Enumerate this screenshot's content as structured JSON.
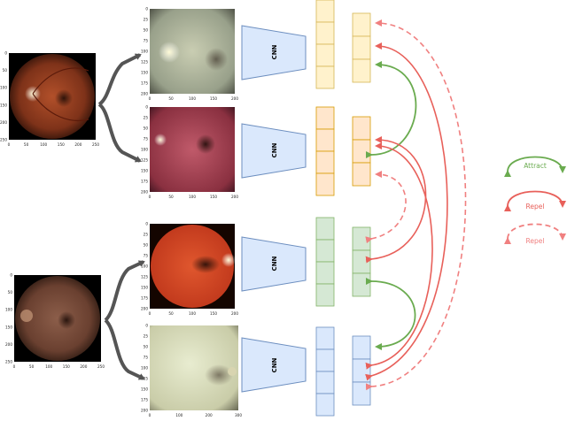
{
  "cnn_label": "CNN",
  "legend": {
    "attract": "Attract",
    "repel_solid": "Repel",
    "repel_dashed": "Repel"
  },
  "plots": {
    "src_top": {
      "xticks": [
        "0",
        "50",
        "100",
        "150",
        "200",
        "250"
      ],
      "yticks": [
        "0",
        "50",
        "100",
        "150",
        "200",
        "250"
      ]
    },
    "src_bot": {
      "xticks": [
        "0",
        "50",
        "100",
        "150",
        "200",
        "250"
      ],
      "yticks": [
        "0",
        "50",
        "100",
        "150",
        "200",
        "250"
      ]
    },
    "view_1": {
      "xticks": [
        "0",
        "50",
        "100",
        "150",
        "200"
      ],
      "yticks": [
        "0",
        "25",
        "50",
        "75",
        "100",
        "125",
        "150",
        "175",
        "200"
      ]
    },
    "view_2": {
      "xticks": [
        "0",
        "50",
        "100",
        "150",
        "200"
      ],
      "yticks": [
        "0",
        "25",
        "50",
        "75",
        "100",
        "125",
        "150",
        "175",
        "200"
      ]
    },
    "view_3": {
      "xticks": [
        "0",
        "50",
        "100",
        "150",
        "200"
      ],
      "yticks": [
        "0",
        "25",
        "50",
        "75",
        "100",
        "125",
        "150",
        "175",
        "200"
      ]
    },
    "view_4": {
      "xticks": [
        "0",
        "100",
        "200",
        "300"
      ],
      "yticks": [
        "0",
        "25",
        "50",
        "75",
        "100",
        "125",
        "150",
        "175",
        "200"
      ]
    }
  },
  "colors": {
    "attract": "#6aab4f",
    "repel": "#e8605a",
    "repel_dashed": "#f08080",
    "cnn_fill": "#dae8fc",
    "cnn_stroke": "#6c8ebf",
    "vec_yellow": "#fff2cc",
    "vec_yellow_stroke": "#d6b656",
    "vec_orange": "#ffe6cc",
    "vec_orange_stroke": "#d79b00",
    "vec_green": "#d5e8d4",
    "vec_green_stroke": "#82b366",
    "vec_blue": "#dae8fc",
    "vec_blue_stroke": "#6c8ebf",
    "branch_arrow": "#555555"
  }
}
